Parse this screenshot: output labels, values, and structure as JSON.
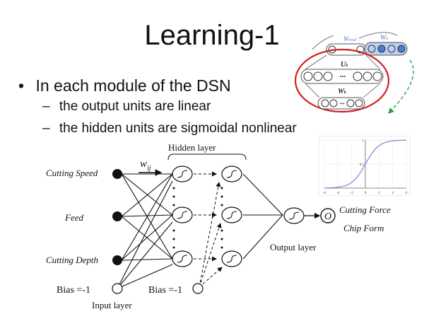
{
  "slide": {
    "title": "Learning-1",
    "bullets": [
      {
        "marker": "•",
        "text": "In each module of the DSN"
      },
      {
        "marker": "–",
        "text": "the output units are linear"
      },
      {
        "marker": "–",
        "text": "the hidden units are sigmoidal nonlinear"
      }
    ]
  },
  "dsn_diagram": {
    "labels": {
      "w_top": "W",
      "w_top_sub": "mod",
      "w_right": "W",
      "w_right_sub": "k",
      "u": "U",
      "u_sub": "k",
      "w_bottom": "W",
      "w_bottom_sub": "k",
      "dots": "•••"
    },
    "colors": {
      "highlight": "#d21e1e",
      "arrow": "#2e9e4a",
      "unit_blue": "#4a7fd1"
    }
  },
  "sigmoid_chart": {
    "chart_data": {
      "type": "line",
      "x_ticks": [
        "-6",
        "-4",
        "-2",
        "0",
        "2",
        "4",
        "6"
      ],
      "y_ticks": [
        "0.5",
        "1"
      ],
      "xlim": [
        -6,
        6
      ],
      "ylim": [
        0,
        1
      ],
      "function": "1/(1+exp(-x))"
    }
  },
  "network": {
    "inputs": [
      "Cutting Speed",
      "Feed",
      "Cutting Depth"
    ],
    "weight_label": "w",
    "weight_sub": "ij",
    "hidden_label": "Hidden layer",
    "output_layer_label": "Output layer",
    "output_symbol": "O",
    "outputs": [
      "Cutting Force",
      "Chip Form"
    ],
    "bias_input": "Bias =-1",
    "bias_hidden": "Bias =-1",
    "input_layer_label": "Input layer"
  }
}
